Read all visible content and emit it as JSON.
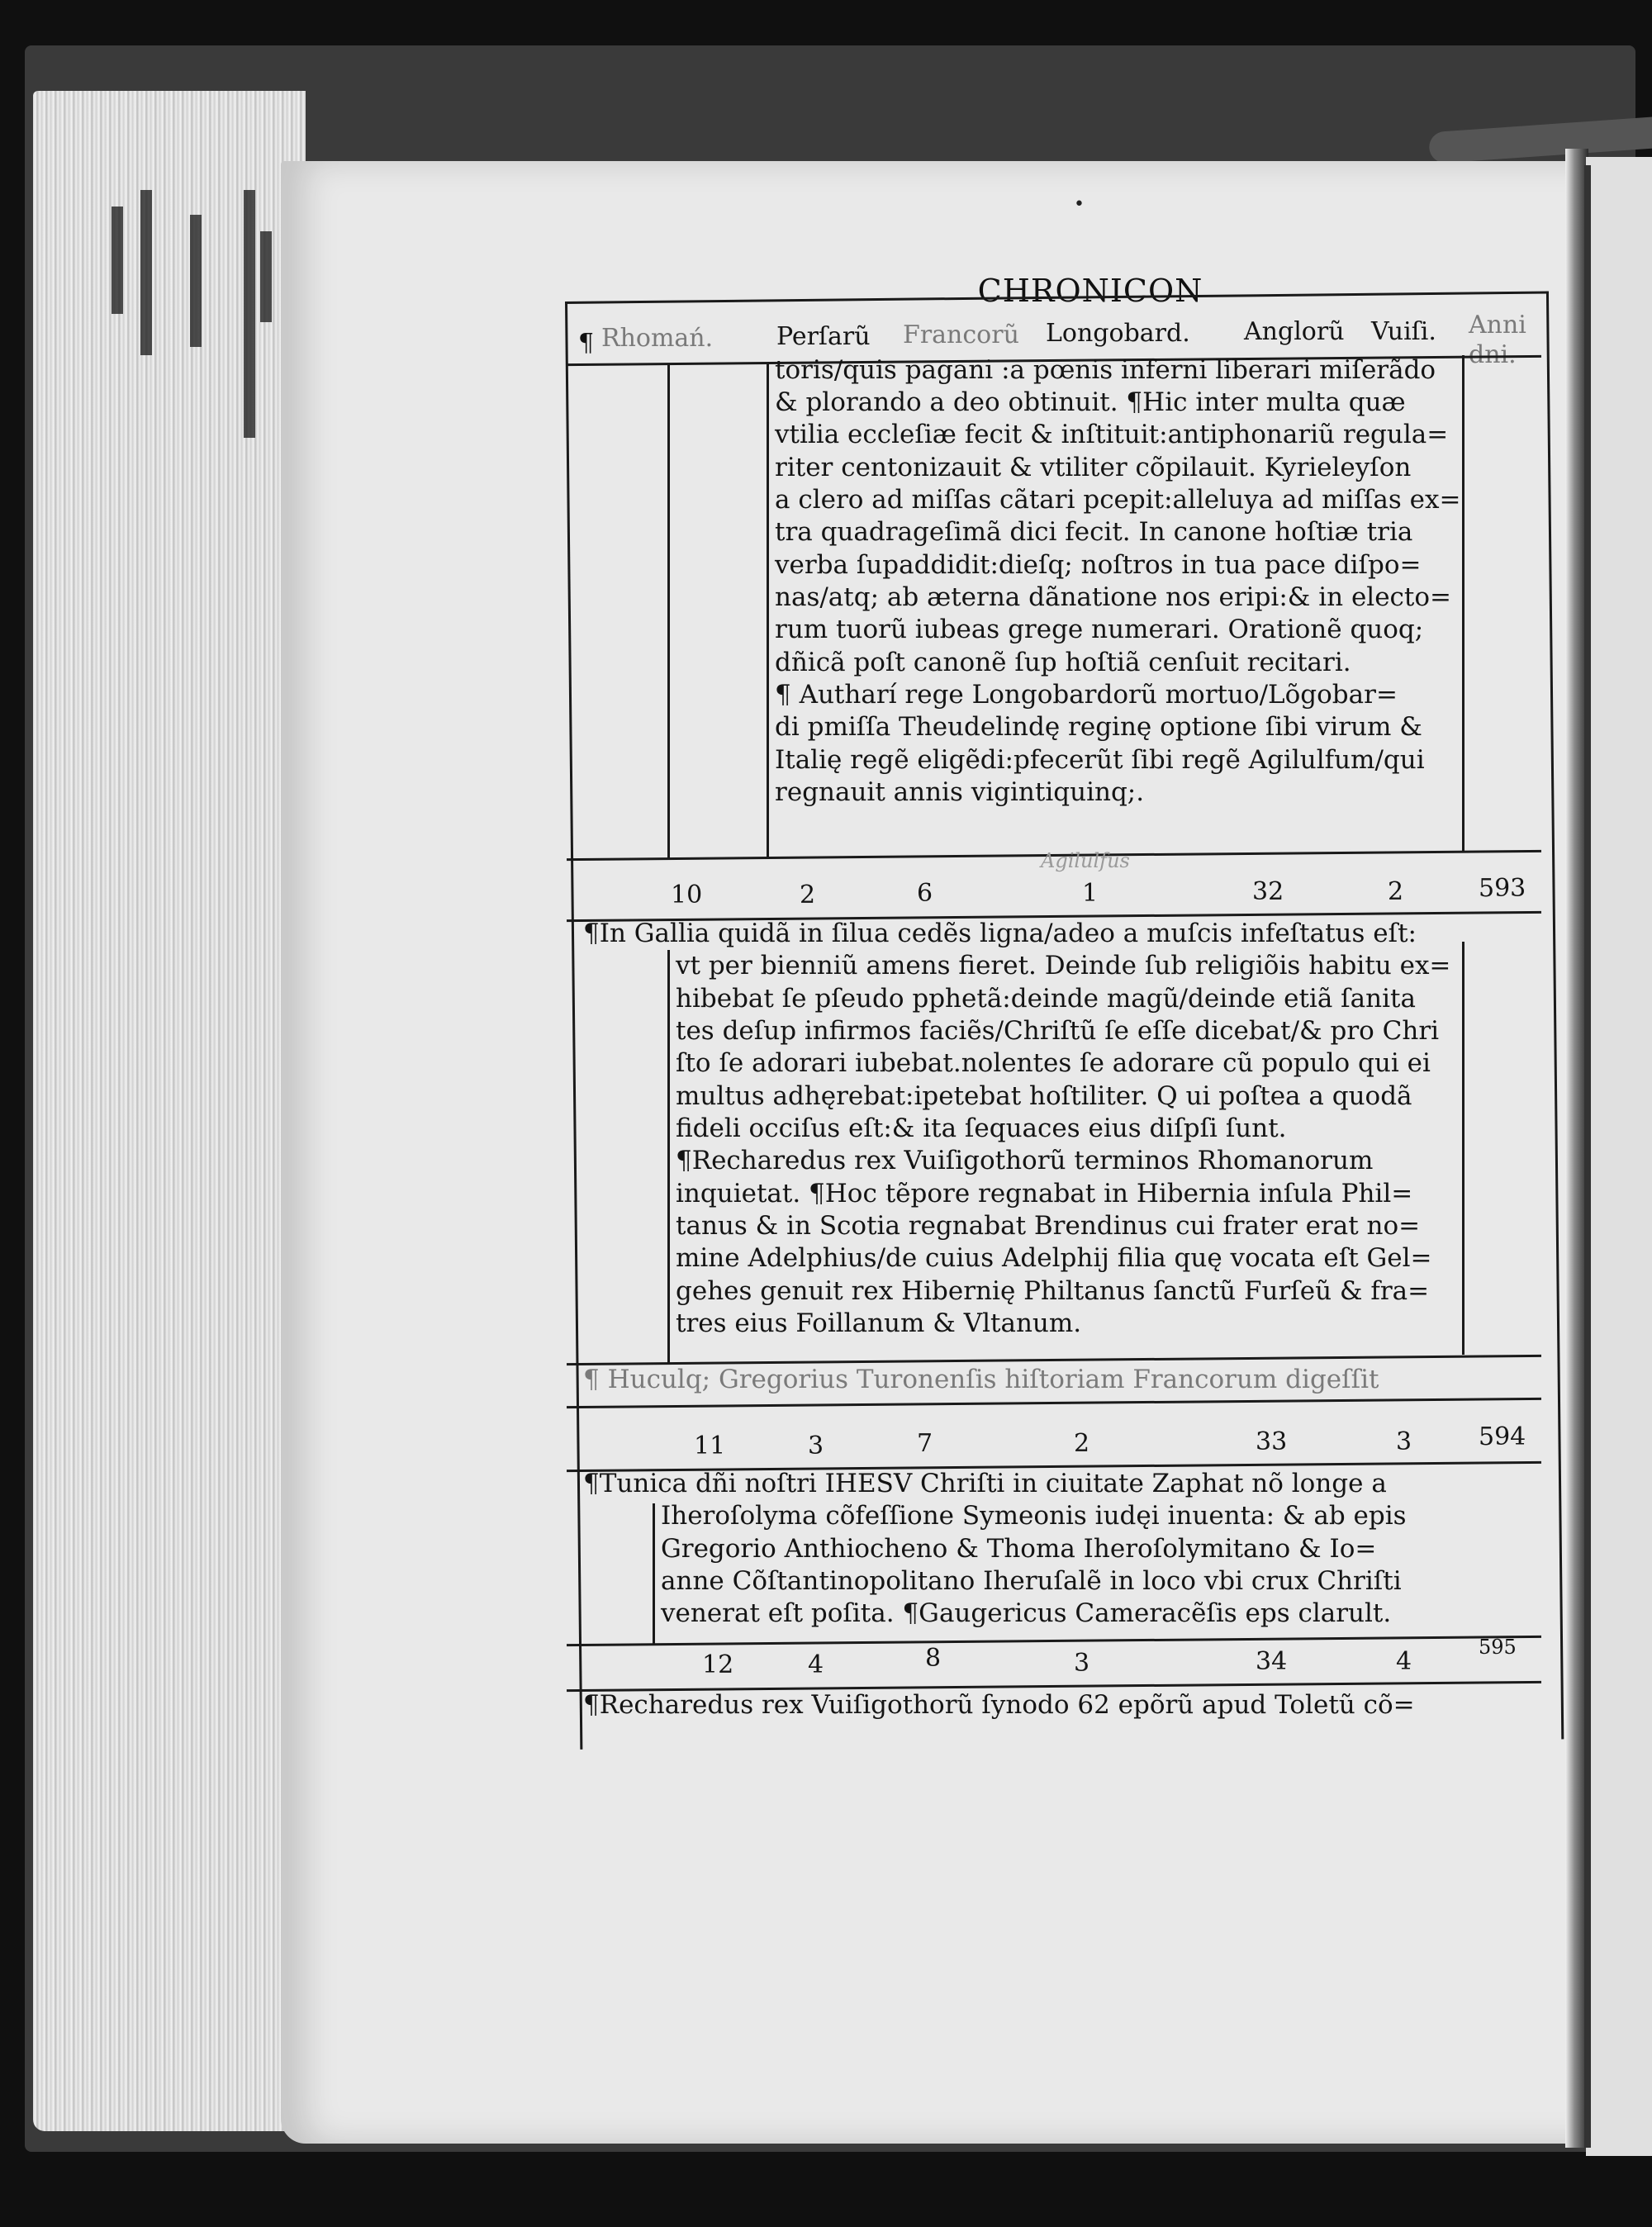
{
  "running_head": "CHRONICON",
  "folio_dot": "•",
  "columns": [
    "Rhomań.",
    "Perſarũ",
    "Francorũ",
    "Longobard.",
    "Anglorũ",
    "Vuiſi.",
    "Anni dni."
  ],
  "pilcrow": "¶",
  "block1": [
    "toris/quis pagani :a pœnis inferni liberari miſerãdo",
    "& plorando a deo obtinuit. ¶Hic inter multa quæ",
    "vtilia eccleſiæ fecit & inſtituit:antiphonariũ regula=",
    "riter centonizauit & vtiliter cõpilauit. Kyrieleyſon",
    "a clero ad miſſas cãtari pcepit:alleluya ad miſſas ex=",
    "tra quadrageſimã dici fecit. In canone hoſtiæ tria",
    "verba ſupaddidit:dieſq; noſtros in tua pace diſpo=",
    "nas/atq; ab æterna dãnatione nos eripi:& in electo=",
    "rum tuorũ iubeas grege numerari. Orationẽ quoq;",
    "dñicã poſt canonẽ ſup hoſtiã cenſuit recitari.",
    "¶ Autharí rege Longobardorũ mortuo/Lõgobar=",
    "di pmiſſa Theudelindę reginę optione ſibi virum &",
    "Italię regẽ eligẽdi:pfecerũt ſibi regẽ Agilulfum/qui",
    "regnauit annis vigintiquinq;."
  ],
  "agilulfus_note": "Agilulfus",
  "row593": {
    "a": "10",
    "b": "2",
    "c": "6",
    "d": "1",
    "e": "32",
    "f": "2",
    "year": "593"
  },
  "block2": [
    "¶In Gallia quidã in ſilua cedẽs ligna/adeo a muſcis infeſtatus eſt:",
    "vt per bienniũ amens fieret. Deinde ſub religiõis habitu ex=",
    "hibebat ſe pſeudo pphetã:deinde magũ/deinde etiã ſanita",
    "tes deſup infirmos faciẽs/Chriſtũ ſe eſſe dicebat/& pro Chri",
    "ſto ſe adorari iubebat.nolentes ſe adorare cũ populo qui ei",
    "multus adhęrebat:ipetebat hoſtiliter. Q ui poſtea a quodã",
    "fideli occiſus eſt:& ita ſequaces eius diſpſi ſunt.",
    "¶Recharedus rex Vuiſigothorũ terminos Rhomanorum",
    "inquietat. ¶Hoc tẽpore regnabat in Hibernia inſula Phil=",
    "tanus & in Scotia regnabat Brendinus cui frater erat no=",
    "mine Adelphius/de cuius Adelphij filia quę vocata eſt Gel=",
    "gehes genuit rex Hibernię Philtanus ſanctũ Furſeũ & fra=",
    "tres eius Foillanum & Vltanum."
  ],
  "gregorius_line": "¶ Huculq; Gregorius Turonenſis hiſtoriam Francorum digeſſit",
  "row594": {
    "a": "11",
    "b": "3",
    "c": "7",
    "d": "2",
    "e": "33",
    "f": "3",
    "year": "594"
  },
  "block3": [
    "¶Tunica dñi noſtri IHESV Chriſti in ciuitate Zaphat nõ longe a",
    "Iheroſolyma cõfeſſione Symeonis iudęi inuenta: & ab epis",
    "Gregorio Anthiocheno & Thoma Iheroſolymitano & Io=",
    "anne Cõſtantinopolitano Iheruſalẽ in loco vbi crux Chriſti",
    "venerat eſt poſita. ¶Gaugericus Cameracẽſis eps clarult."
  ],
  "row595": {
    "a": "12",
    "b": "4",
    "c": "8",
    "d": "3",
    "e": "34",
    "f": "4",
    "year": "595"
  },
  "last_line": "¶Recharedus rex Vuiſigothorũ ſynodo 62 epõrũ apud Toletũ cõ="
}
